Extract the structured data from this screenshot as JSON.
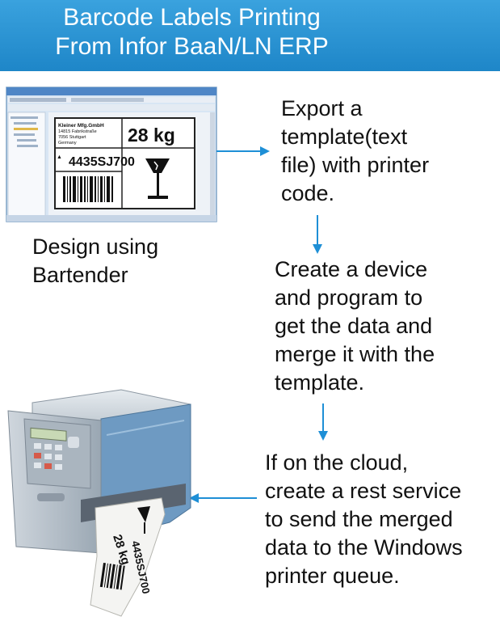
{
  "header": {
    "title_line1": "Barcode Labels Printing",
    "title_line2": "From Infor BaaN/LN ERP"
  },
  "colors": {
    "header": "#2b93d3",
    "arrow": "#1e8fd6"
  },
  "steps": {
    "design": [
      "Design using",
      "Bartender"
    ],
    "export": [
      "Export a",
      "template(text",
      "file) with printer",
      "code."
    ],
    "device": [
      "Create a device",
      "and program to",
      "get the data and",
      "merge it with the",
      "template."
    ],
    "cloud": [
      "If on the cloud,",
      "create a rest service",
      "to send the merged",
      "data to the Windows",
      "printer queue."
    ]
  },
  "label_preview": {
    "company_lines": [
      "Kleiner Mfg.GmbH",
      "14815 Fabrikstraße",
      "7056 Stuttgart",
      "Germany"
    ],
    "weight": "28 kg",
    "code": "4435SJ700"
  },
  "printed_label": {
    "weight": "28 kg",
    "code": "4435SJ700"
  }
}
